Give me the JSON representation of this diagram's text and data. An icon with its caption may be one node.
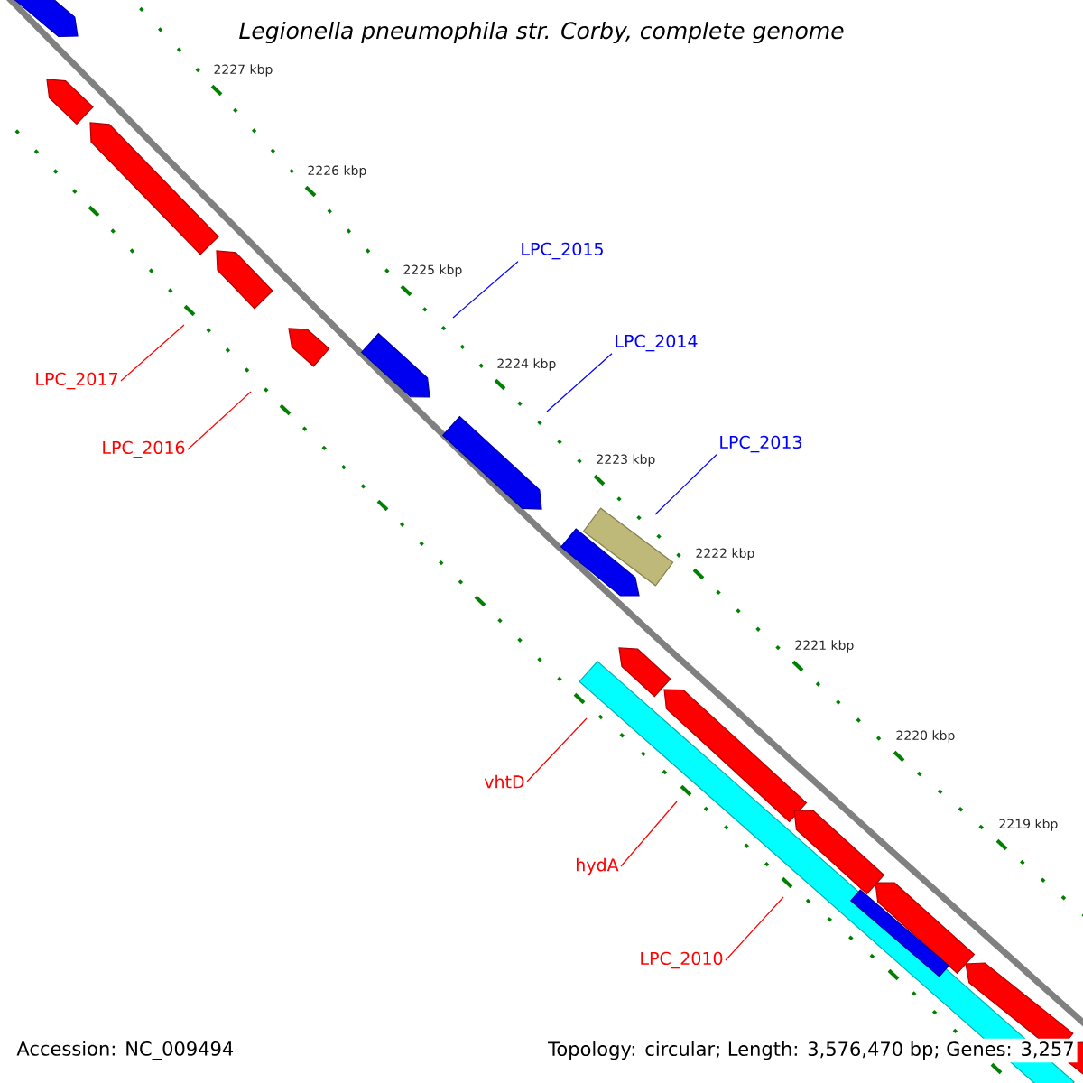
{
  "diagram": {
    "title": "Legionella pneumophila str. Corby, complete genome",
    "nodes": [
      {
        "text": [
          "LPC_2015"
        ]
      },
      {
        "text": [
          "LPC_2014"
        ]
      },
      {
        "text": [
          "LPC_2013"
        ]
      },
      {
        "text": [
          "LPC_2017"
        ]
      },
      {
        "text": [
          "LPC_2016"
        ]
      },
      {
        "text": [
          "vhtD"
        ]
      },
      {
        "text": [
          "hydA"
        ]
      },
      {
        "text": [
          "LPC_2010"
        ]
      }
    ],
    "edges": [
      {
        "from": 0,
        "to": null,
        "arrow": "none",
        "color": "#0000ff"
      },
      {
        "from": 1,
        "to": null,
        "arrow": "none",
        "color": "#0000ff"
      },
      {
        "from": 2,
        "to": null,
        "arrow": "none",
        "color": "#0000ff"
      },
      {
        "from": 3,
        "to": null,
        "arrow": "none"
      },
      {
        "from": 4,
        "to": null,
        "arrow": "none"
      },
      {
        "from": 5,
        "to": null,
        "arrow": "none"
      },
      {
        "from": 6,
        "to": null,
        "arrow": "none"
      },
      {
        "from": 7,
        "to": null,
        "arrow": "none"
      }
    ],
    "labels": [
      "2227 kbp",
      "2226 kbp",
      "2225 kbp",
      "2224 kbp",
      "2223 kbp",
      "2222 kbp",
      "2221 kbp",
      "2220 kbp",
      "2219 kbp",
      "Accession: NC_009494",
      "Topology: circular; Length: 3,576,470 bp; Genes: 3,257"
    ]
  }
}
